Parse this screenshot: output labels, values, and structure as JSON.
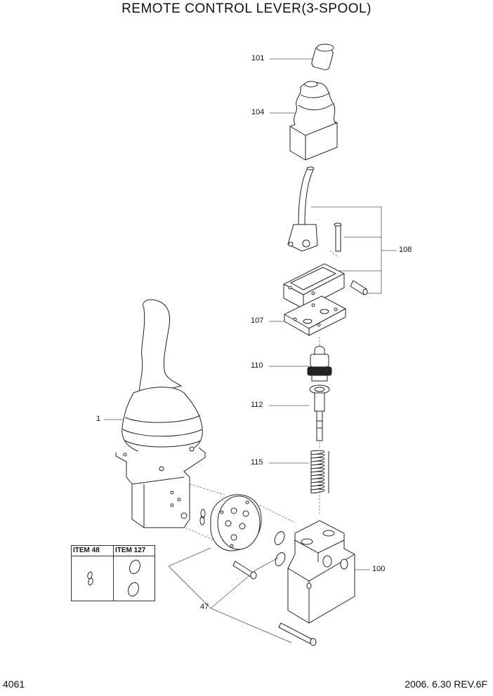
{
  "title": "REMOTE CONTROL LEVER(3-SPOOL)",
  "footer": {
    "page_number": "4061",
    "revision": "2006. 6.30  REV.6F"
  },
  "callouts": {
    "p101": "101",
    "p104": "104",
    "p108": "108",
    "p107": "107",
    "p110": "110",
    "p112": "112",
    "p115": "115",
    "p1": "1",
    "p100": "100",
    "p47": "47"
  },
  "item_table": {
    "col1": "ITEM 48",
    "col2": "ITEM 127"
  }
}
